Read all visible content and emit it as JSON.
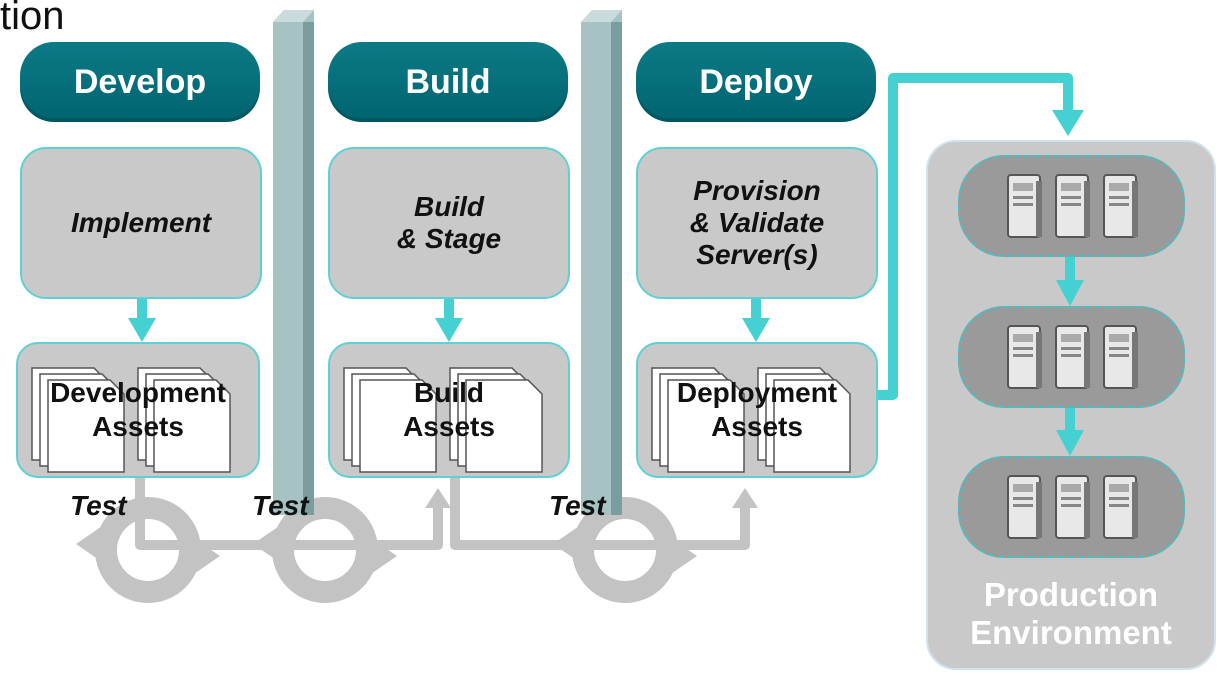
{
  "title_fragment": "tion",
  "phases": [
    {
      "header": "Develop",
      "stage": "Implement",
      "assets": "Development\nAssets"
    },
    {
      "header": "Build",
      "stage": "Build\n& Stage",
      "assets": "Build\nAssets"
    },
    {
      "header": "Deploy",
      "stage": "Provision\n& Validate\nServer(s)",
      "assets": "Deployment\nAssets"
    }
  ],
  "test_labels": [
    "Test",
    "Test",
    "Test"
  ],
  "production": {
    "label": "Production\nEnvironment",
    "tiers": 3,
    "servers_per_tier": 3
  },
  "colors": {
    "header": "#006470",
    "box": "#c9c9c9",
    "box_border": "#5fd1d4",
    "arrow": "#45d0d2",
    "test_loop": "#c3c3c3",
    "wall": "#8fb3b4",
    "tier": "#9a9a9a"
  },
  "icons": [
    "document-stack-icon",
    "server-icon",
    "cycle-arrows-icon",
    "down-arrow-icon"
  ]
}
